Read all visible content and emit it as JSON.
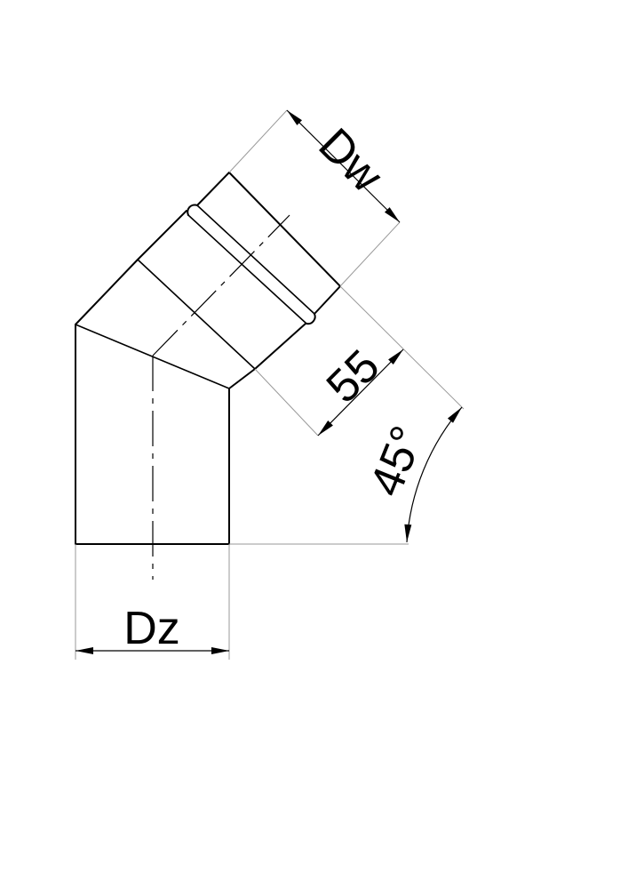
{
  "labels": {
    "outlet_diameter": "Dw",
    "inlet_diameter": "Dz",
    "socket_length": "55",
    "angle": "45°"
  }
}
